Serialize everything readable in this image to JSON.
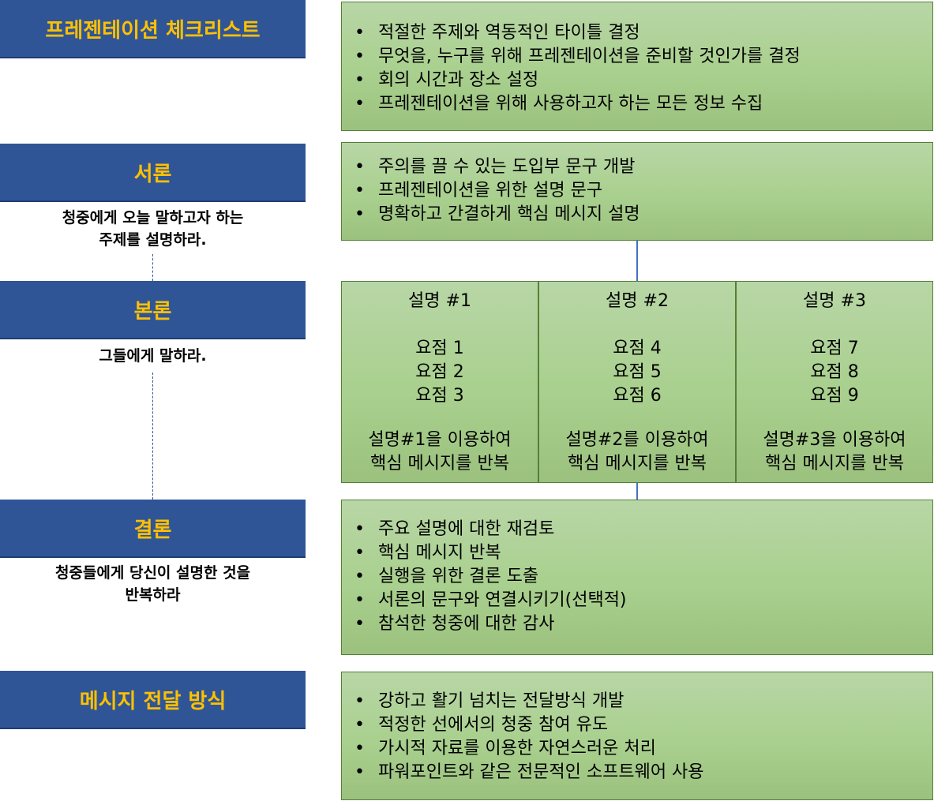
{
  "headers": {
    "checklist": "프레젠테이션 체크리스트",
    "intro": "서론",
    "body": "본론",
    "conclusion": "결론",
    "delivery": "메시지 전달 방식"
  },
  "captions": {
    "intro_line1": "청중에게 오늘 말하고자 하는",
    "intro_line2": "주제를 설명하라.",
    "body": "그들에게 말하라.",
    "conclusion_line1": "청중들에게 당신이 설명한 것을",
    "conclusion_line2": "반복하라"
  },
  "checklist_items": [
    "적절한 주제와 역동적인 타이틀 결정",
    "무엇을, 누구를 위해 프레젠테이션을 준비할 것인가를 결정",
    "회의 시간과 장소 설정",
    "프레젠테이션을 위해 사용하고자 하는 모든 정보 수집"
  ],
  "intro_items": [
    "주의를 끌 수 있는 도입부 문구 개발",
    "프레젠테이션을 위한 설명 문구",
    "명확하고 간결하게 핵심 메시지 설명"
  ],
  "explanations": [
    {
      "title": "설명 #1",
      "points": [
        "요점 1",
        "요점 2",
        "요점 3"
      ],
      "repeat1": "설명#1을 이용하여",
      "repeat2": "핵심 메시지를 반복"
    },
    {
      "title": "설명 #2",
      "points": [
        "요점 4",
        "요점 5",
        "요점 6"
      ],
      "repeat1": "설명#2를 이용하여",
      "repeat2": "핵심 메시지를 반복"
    },
    {
      "title": "설명 #3",
      "points": [
        "요점 7",
        "요점 8",
        "요점 9"
      ],
      "repeat1": "설명#3을 이용하여",
      "repeat2": "핵심 메시지를 반복"
    }
  ],
  "conclusion_items": [
    "주요 설명에 대한 재검토",
    "핵심 메시지 반복",
    "실행을 위한 결론 도출",
    "서론의 문구와 연결시키기(선택적)",
    "참석한 청중에 대한 감사"
  ],
  "delivery_items": [
    "강하고 활기 넘치는 전달방식 개발",
    "적정한 선에서의 청중 참여 유도",
    "가시적 자료를 이용한 자연스러운 처리",
    "파워포인트와 같은 전문적인 소프트웨어 사용"
  ],
  "colors": {
    "header_bg": "#2f5597",
    "header_text": "#ffc000",
    "box_green": "#a9d08e",
    "box_border": "#538135",
    "connector": "#4472c4"
  }
}
